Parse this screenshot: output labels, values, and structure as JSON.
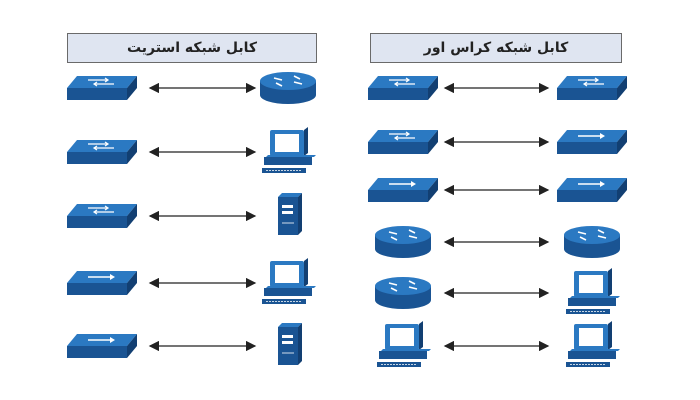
{
  "panels": [
    {
      "title": "کابل شبکه استریت",
      "rows": [
        {
          "left": "switch",
          "right": "router"
        },
        {
          "left": "switch",
          "right": "pc"
        },
        {
          "left": "switch",
          "right": "server"
        },
        {
          "left": "hub",
          "right": "pc"
        },
        {
          "left": "hub",
          "right": "server"
        }
      ]
    },
    {
      "title": "کابل شبکه کراس اور",
      "rows": [
        {
          "left": "switch",
          "right": "switch"
        },
        {
          "left": "switch",
          "right": "hub"
        },
        {
          "left": "hub",
          "right": "hub"
        },
        {
          "left": "router",
          "right": "router"
        },
        {
          "left": "router",
          "right": "pc"
        },
        {
          "left": "pc",
          "right": "pc"
        }
      ]
    }
  ],
  "colors": {
    "device_top": "#2b79c2",
    "device_side": "#1a5493",
    "device_dark": "#123f72",
    "arrow": "#222222",
    "header_bg": "#dfe5f1"
  }
}
